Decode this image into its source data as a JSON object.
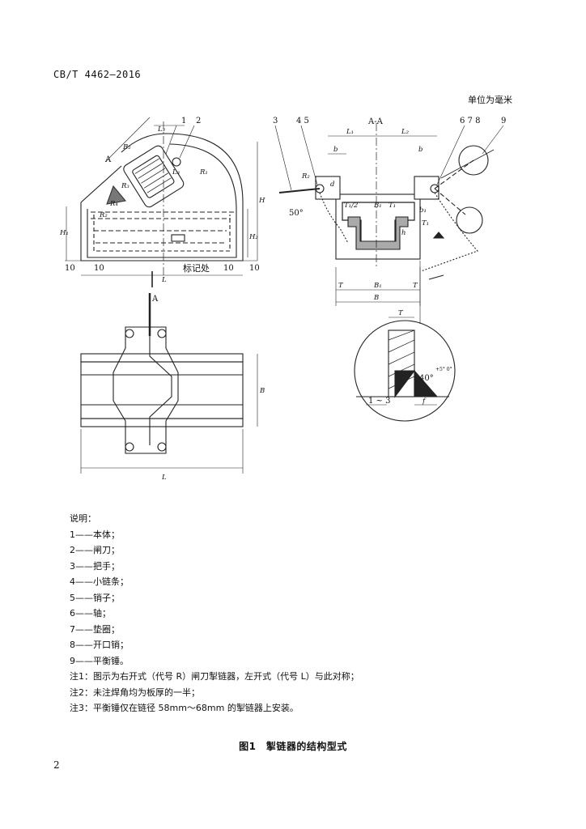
{
  "header": {
    "standard_code": "CB/T 4462—2016"
  },
  "unit_note": "单位为毫米",
  "drawing": {
    "section_title": "A-A",
    "part_callouts": [
      "1",
      "2",
      "3",
      "4 5",
      "6 7 8",
      "9"
    ],
    "dimension_labels": {
      "L1": "L₁",
      "L2": "L₂",
      "L3": "L₃",
      "B": "B",
      "B1": "B₁",
      "B2": "B₂",
      "H": "H",
      "H1": "H₁",
      "H2": "H₂",
      "L": "L",
      "T": "T",
      "T_half": "T₁/2",
      "T1": "T₁",
      "b": "b",
      "b1": "b₁",
      "d": "d",
      "R1": "R₁",
      "R2": "R₂",
      "R3": "R₃",
      "R4": "R₄",
      "f": "f",
      "h": "h",
      "ten": "10"
    },
    "angle_50": "50°",
    "angle_40": "40°",
    "angle_tol": "+5° 0°",
    "detail_dim": "1 ~ 3",
    "section_marker": "A",
    "mark_label": "标记处"
  },
  "legend": {
    "heading": "说明：",
    "items": [
      "1——本体；",
      "2——闸刀；",
      "3——把手；",
      "4——小链条；",
      "5——销子；",
      "6——轴；",
      "7——垫圈；",
      "8——开口销；",
      "9——平衡锤。"
    ],
    "notes": [
      "注1：图示为右开式（代号 R）闸刀掣链器，左开式（代号 L）与此对称；",
      "注2：未注焊角均为板厚的一半；",
      "注3：平衡锤仅在链径 58mm～68mm 的掣链器上安装。"
    ]
  },
  "figure_caption": "图1　掣链器的结构型式",
  "page_number": "2"
}
